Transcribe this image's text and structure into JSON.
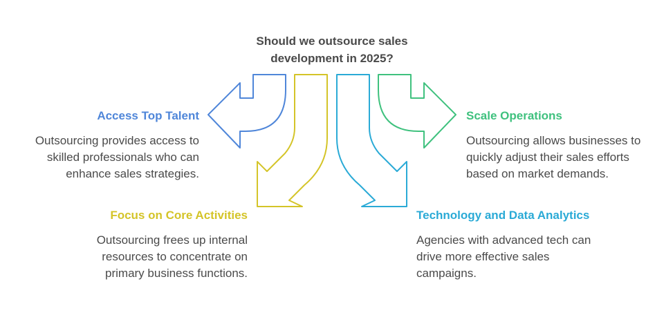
{
  "title": "Should we outsource sales development in 2025?",
  "colors": {
    "talent": "#4f86d9",
    "core": "#d4c428",
    "tech": "#2aaad6",
    "scale": "#3fc17e",
    "text": "#4a4a4a"
  },
  "branches": {
    "talent": {
      "heading": "Access Top Talent",
      "description": "Outsourcing provides access to skilled professionals who can enhance sales strategies.",
      "arrow_icon": "curved-arrow-left-icon"
    },
    "core": {
      "heading": "Focus on Core Activities",
      "description": "Outsourcing frees up internal resources to concentrate on primary business functions.",
      "arrow_icon": "curved-arrow-down-left-icon"
    },
    "tech": {
      "heading": "Technology and Data Analytics",
      "description": "Agencies with advanced tech can drive more effective sales campaigns.",
      "arrow_icon": "curved-arrow-down-right-icon"
    },
    "scale": {
      "heading": "Scale Operations",
      "description": "Outsourcing allows businesses to quickly adjust their sales efforts based on market demands.",
      "arrow_icon": "curved-arrow-right-icon"
    }
  }
}
